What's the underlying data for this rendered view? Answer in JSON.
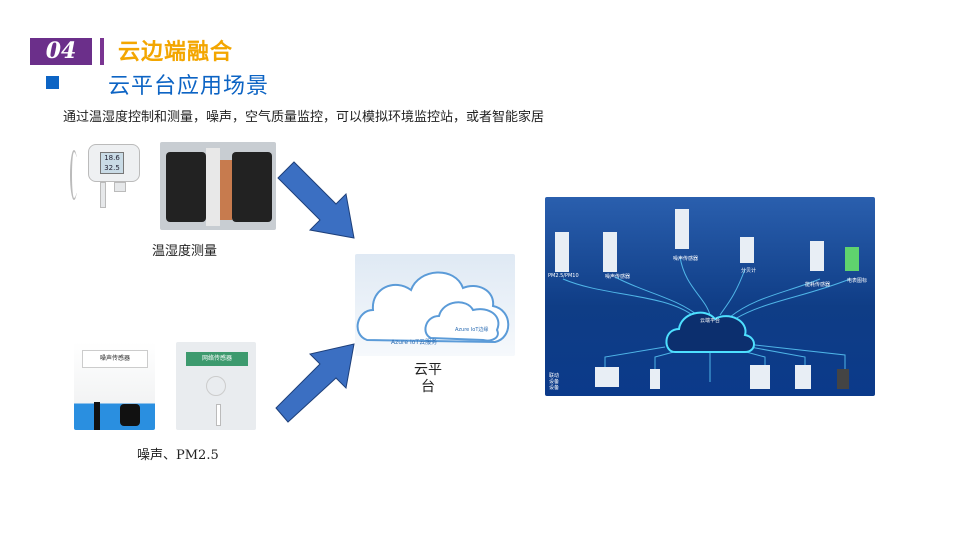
{
  "header": {
    "section_number": "04",
    "section_title": "云边端融合",
    "subtitle": "云平台应用场景"
  },
  "description": "通过温湿度控制和测量，噪声，空气质量监控，可以模拟环境监控站，或者智能家居",
  "left": {
    "top_label": "温湿度测量",
    "device_display": [
      "18.6",
      "32.5"
    ],
    "bottom_label": "噪声、PM2.5",
    "noise_sensor_label": "噪声传感器",
    "pm_sensor_label": "网络传感器"
  },
  "cloud": {
    "label": "云平台",
    "main_cloud": "Azure IoT云服务",
    "edge_cloud": "Azure IoT边缘"
  },
  "scene": {
    "labels": [
      "PM2.5/PM10",
      "噪声传感器",
      "噪声传感器",
      "分贝计",
      "能耗传感器",
      "电表图标"
    ],
    "hub": "云端平台",
    "side": "联动设备设备"
  },
  "colors": {
    "purple": "#6b2f8a",
    "orange": "#f3a600",
    "blue": "#0d64c4",
    "arrow": "#3b6fc2"
  }
}
